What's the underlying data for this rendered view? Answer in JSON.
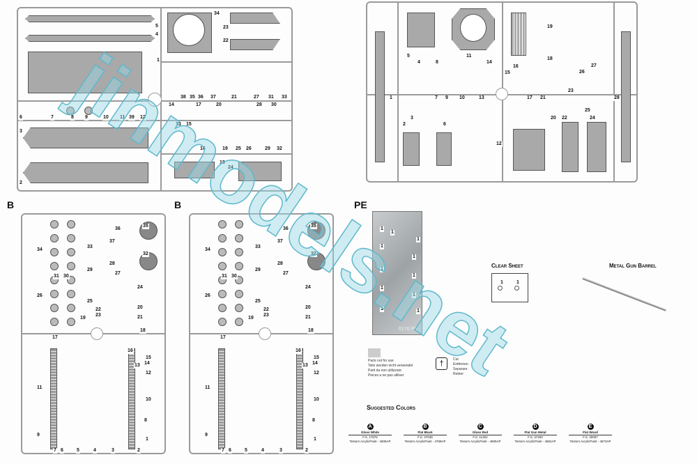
{
  "sections": {
    "b_left": "B",
    "b_right": "B",
    "pe": "PE"
  },
  "sprue_a_labels": [
    "5",
    "4",
    "1",
    "34",
    "23",
    "22",
    "21",
    "27",
    "31",
    "33",
    "38",
    "35",
    "36",
    "37",
    "17",
    "20",
    "14",
    "28",
    "30",
    "6",
    "7",
    "8",
    "9",
    "10",
    "11",
    "39",
    "12",
    "13",
    "15",
    "16",
    "19",
    "25",
    "26",
    "29",
    "32",
    "3",
    "2",
    "18",
    "24"
  ],
  "sprue_c_labels": [
    "5",
    "11",
    "4",
    "8",
    "14",
    "16",
    "19",
    "18",
    "27",
    "15",
    "26",
    "23",
    "1",
    "7",
    "9",
    "10",
    "13",
    "17",
    "21",
    "28",
    "25",
    "20",
    "22",
    "24",
    "3",
    "2",
    "6",
    "12"
  ],
  "sprue_b_labels": [
    "34",
    "37",
    "35",
    "33",
    "36",
    "32",
    "28",
    "29",
    "27",
    "31",
    "30",
    "26",
    "24",
    "25",
    "22",
    "23",
    "20",
    "21",
    "19",
    "18",
    "17",
    "16",
    "15",
    "14",
    "13",
    "12",
    "11",
    "10",
    "9",
    "8",
    "7",
    "6",
    "5",
    "4",
    "3",
    "2",
    "1"
  ],
  "pe_labels": [
    "1",
    "1",
    "1",
    "1",
    "1",
    "1",
    "1",
    "1",
    "1",
    "1",
    "1"
  ],
  "pe_fret_text": "6176 PE",
  "clear_sheet": {
    "title": "Clear Sheet",
    "labels": [
      "1",
      "1"
    ]
  },
  "metal_barrel": {
    "title": "Metal Gun Barrel"
  },
  "legend": {
    "not_for_use": [
      "Parts not for use",
      "Teile werden nicht verwendet",
      "Parti da non utilizzare",
      "Pieces a ne pas utiliser"
    ],
    "cut": [
      "Cut",
      "Entfernen",
      "Separare",
      "Retirer"
    ]
  },
  "suggested_colors": {
    "title": "Suggested Colors",
    "items": [
      {
        "letter": "A",
        "name": "Gloss White",
        "fs": "F.S. 17875",
        "paint": "Testors AcrylicPaint - 4606AP"
      },
      {
        "letter": "B",
        "name": "Flat Black",
        "fs": "F.S. 37038",
        "paint": "Testors AcrylicPaint - 4768AP"
      },
      {
        "letter": "C",
        "name": "Gloss Red",
        "fs": "F.S. 11302",
        "paint": "Testors AcrylicPaint - 4605AP"
      },
      {
        "letter": "D",
        "name": "Flat Gun Metal",
        "fs": "F.S. 37200",
        "paint": "Testors AcrylicPaint - 4681AP"
      },
      {
        "letter": "E",
        "name": "Flat Wood",
        "fs": "F.S. 30097",
        "paint": "Testors AcrylicPaint - 4673AP"
      }
    ]
  },
  "watermark": "jinmodels.net"
}
